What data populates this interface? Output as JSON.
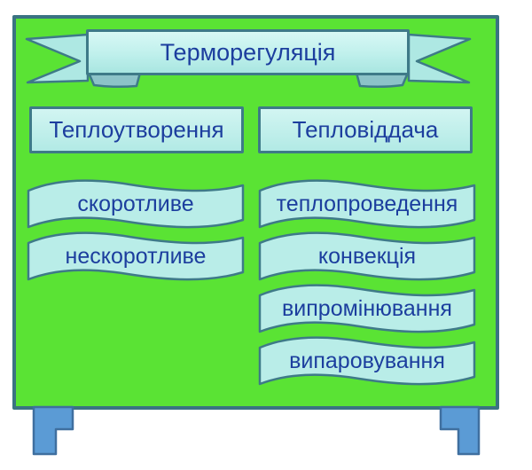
{
  "diagram": {
    "title": "Терморегуляція",
    "columns": [
      {
        "header": "Теплоутворення",
        "items": [
          "скоротливе",
          "нескоротливе"
        ]
      },
      {
        "header": "Тепловіддача",
        "items": [
          "теплопроведення",
          "конвекція",
          "випромінювання",
          "випаровування"
        ]
      }
    ]
  },
  "colors": {
    "board_green": "#5ae334",
    "board_border": "#3a7382",
    "panel_fill": "#b9ede8",
    "panel_border": "#3e7a88",
    "text_navy": "#1c3e9e",
    "leg_fill": "#5b9bd5",
    "leg_border": "#3f6f9f"
  }
}
